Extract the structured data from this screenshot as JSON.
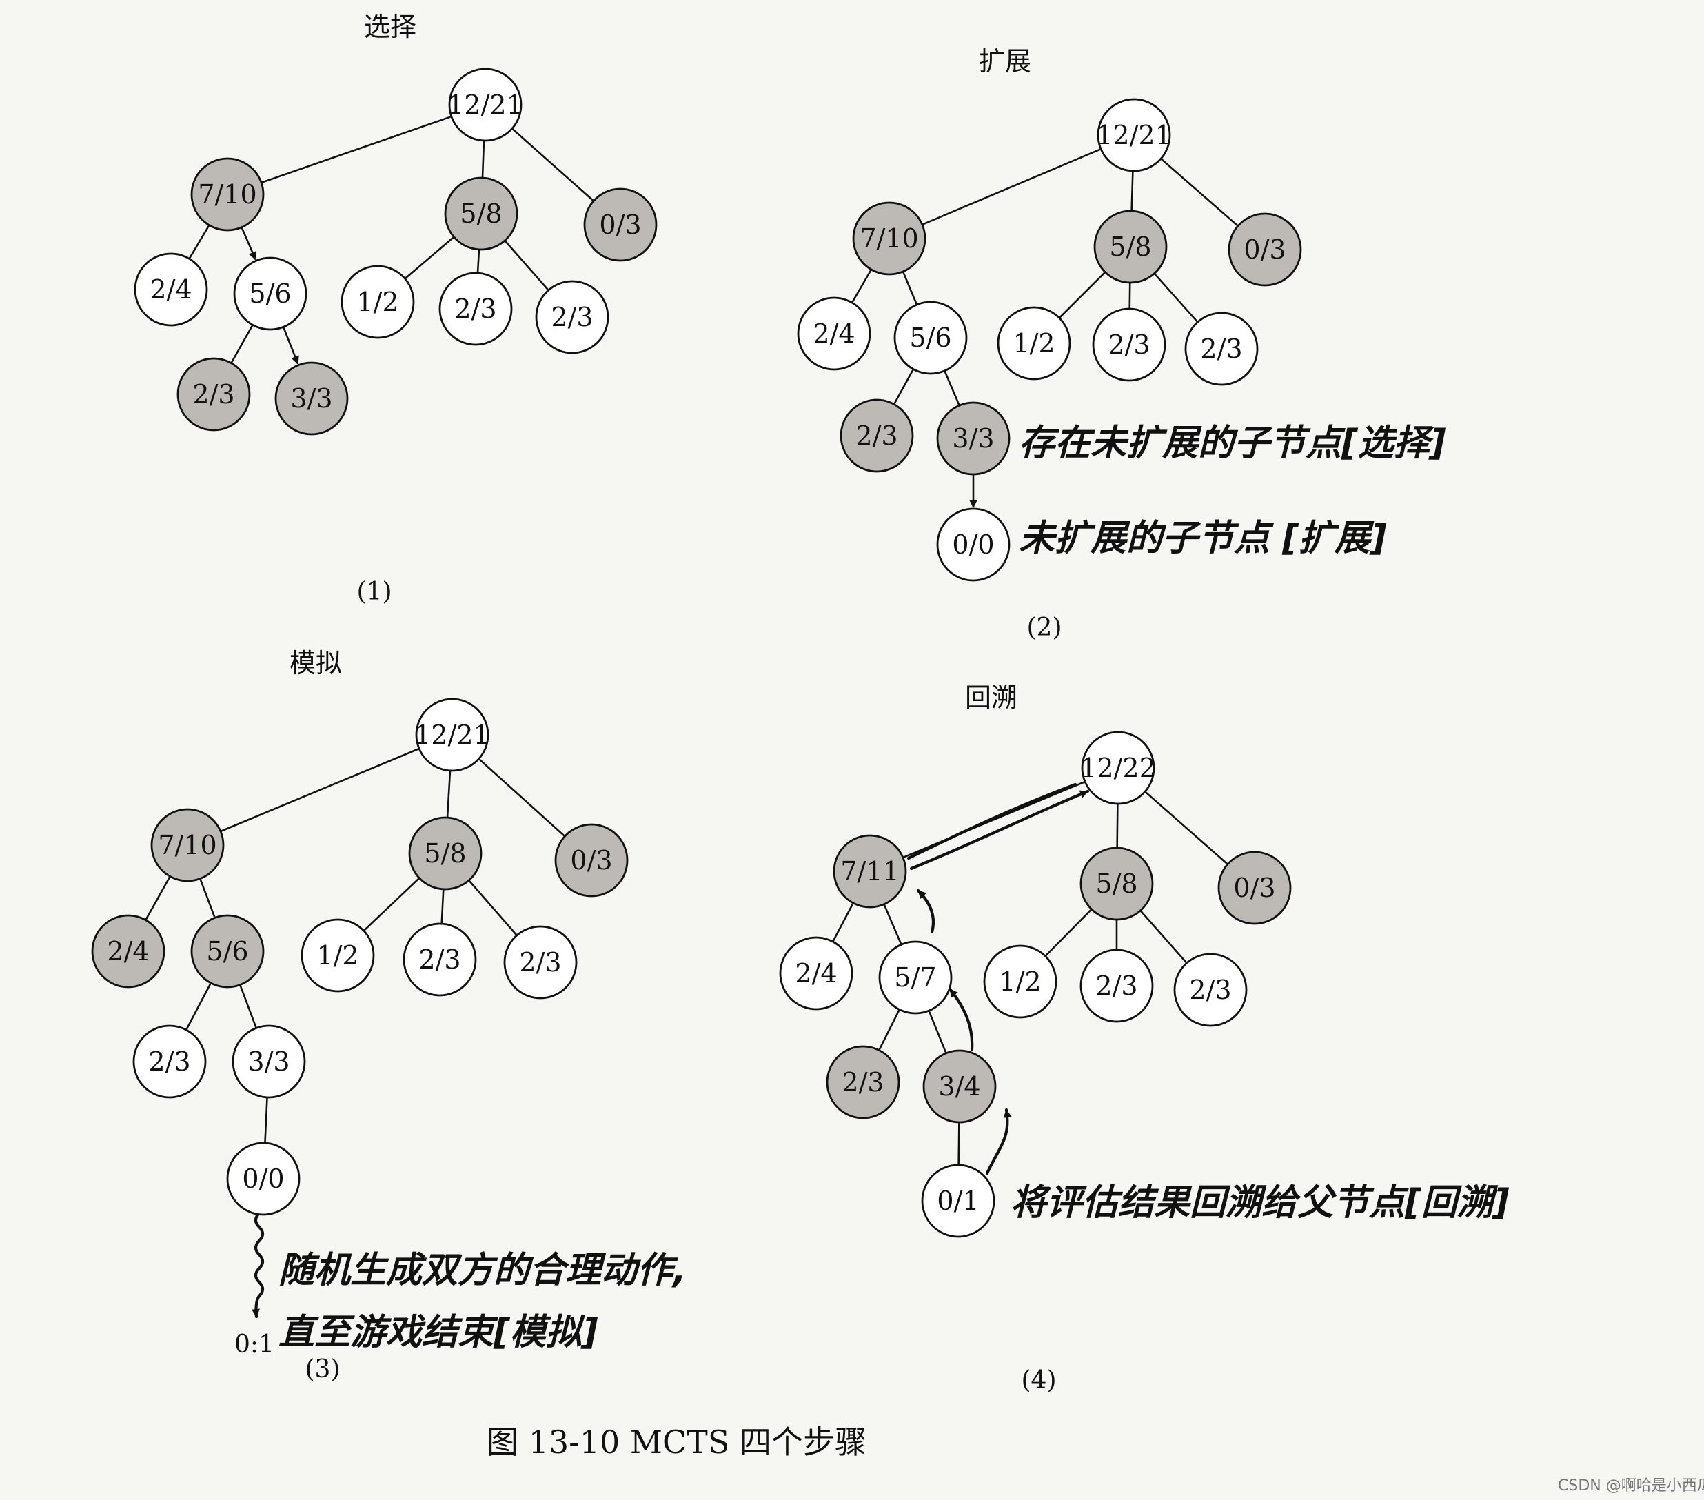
{
  "figure": {
    "caption": "图 13-10    MCTS 四个步骤",
    "watermark": "CSDN @啊哈是小西瓜"
  },
  "colors": {
    "shaded": "#bdbab5",
    "white": "#ffffff",
    "stroke": "#111111"
  },
  "panels": [
    {
      "title": "选择",
      "caption": "(1)",
      "nodes": {
        "root": {
          "label": "12/21",
          "shaded": false
        },
        "a": {
          "label": "7/10",
          "shaded": true
        },
        "b": {
          "label": "5/8",
          "shaded": true
        },
        "c": {
          "label": "0/3",
          "shaded": true
        },
        "a1": {
          "label": "2/4",
          "shaded": false
        },
        "a2": {
          "label": "5/6",
          "shaded": false
        },
        "b1": {
          "label": "1/2",
          "shaded": false
        },
        "b2": {
          "label": "2/3",
          "shaded": false
        },
        "b3": {
          "label": "2/3",
          "shaded": false
        },
        "a2a": {
          "label": "2/3",
          "shaded": true
        },
        "a2b": {
          "label": "3/3",
          "shaded": true
        }
      }
    },
    {
      "title": "扩展",
      "caption": "(2)",
      "nodes": {
        "root": {
          "label": "12/21",
          "shaded": false
        },
        "a": {
          "label": "7/10",
          "shaded": true
        },
        "b": {
          "label": "5/8",
          "shaded": true
        },
        "c": {
          "label": "0/3",
          "shaded": true
        },
        "a1": {
          "label": "2/4",
          "shaded": false
        },
        "a2": {
          "label": "5/6",
          "shaded": false
        },
        "b1": {
          "label": "1/2",
          "shaded": false
        },
        "b2": {
          "label": "2/3",
          "shaded": false
        },
        "b3": {
          "label": "2/3",
          "shaded": false
        },
        "a2a": {
          "label": "2/3",
          "shaded": true
        },
        "a2b": {
          "label": "3/3",
          "shaded": true
        },
        "new": {
          "label": "0/0",
          "shaded": false
        }
      },
      "notes": [
        "存在未扩展的子节点[选择]",
        "未扩展的子节点 [扩展]"
      ]
    },
    {
      "title": "模拟",
      "caption": "(3)",
      "nodes": {
        "root": {
          "label": "12/21",
          "shaded": false
        },
        "a": {
          "label": "7/10",
          "shaded": true
        },
        "b": {
          "label": "5/8",
          "shaded": true
        },
        "c": {
          "label": "0/3",
          "shaded": true
        },
        "a1": {
          "label": "2/4",
          "shaded": true
        },
        "a2": {
          "label": "5/6",
          "shaded": true
        },
        "b1": {
          "label": "1/2",
          "shaded": false
        },
        "b2": {
          "label": "2/3",
          "shaded": false
        },
        "b3": {
          "label": "2/3",
          "shaded": false
        },
        "a2a": {
          "label": "2/3",
          "shaded": false
        },
        "a2b": {
          "label": "3/3",
          "shaded": false
        },
        "new": {
          "label": "0/0",
          "shaded": false
        }
      },
      "sim_result": "0:1",
      "notes": [
        "随机生成双方的合理动作,",
        "直至游戏结束[模拟]"
      ]
    },
    {
      "title": "回溯",
      "caption": "(4)",
      "nodes": {
        "root": {
          "label": "12/22",
          "shaded": false
        },
        "a": {
          "label": "7/11",
          "shaded": true
        },
        "b": {
          "label": "5/8",
          "shaded": true
        },
        "c": {
          "label": "0/3",
          "shaded": true
        },
        "a1": {
          "label": "2/4",
          "shaded": false
        },
        "a2": {
          "label": "5/7",
          "shaded": false
        },
        "b1": {
          "label": "1/2",
          "shaded": false
        },
        "b2": {
          "label": "2/3",
          "shaded": false
        },
        "b3": {
          "label": "2/3",
          "shaded": false
        },
        "a2a": {
          "label": "2/3",
          "shaded": true
        },
        "a2b": {
          "label": "3/4",
          "shaded": true
        },
        "new": {
          "label": "0/1",
          "shaded": false
        }
      },
      "notes": [
        "将评估结果回溯给父节点[回溯]"
      ]
    }
  ]
}
